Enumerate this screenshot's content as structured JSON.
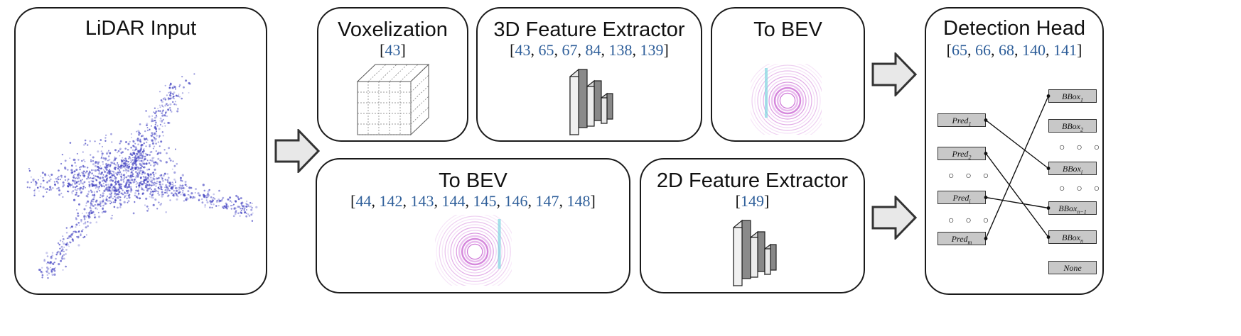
{
  "lidar": {
    "title": "LiDAR Input"
  },
  "voxel": {
    "title": "Voxelization",
    "refs": [
      "43"
    ]
  },
  "fe3d": {
    "title": "3D Feature Extractor",
    "refs": [
      "43",
      "65",
      "67",
      "84",
      "138",
      "139"
    ]
  },
  "bev_top": {
    "title": "To BEV"
  },
  "bev_bottom": {
    "title": "To BEV",
    "refs": [
      "44",
      "142",
      "143",
      "144",
      "145",
      "146",
      "147",
      "148"
    ]
  },
  "fe2d": {
    "title": "2D Feature Extractor",
    "refs": [
      "149"
    ]
  },
  "head": {
    "title": "Detection Head",
    "refs": [
      "65",
      "66",
      "68",
      "140",
      "141"
    ],
    "preds": [
      {
        "base": "Pred",
        "sub": "1"
      },
      {
        "base": "Pred",
        "sub": "2"
      },
      {
        "base": "Pred",
        "sub": "i"
      },
      {
        "base": "Pred",
        "sub": "m"
      }
    ],
    "bboxes": [
      {
        "base": "BBox",
        "sub": "1"
      },
      {
        "base": "BBox",
        "sub": "2"
      },
      {
        "base": "BBox",
        "sub": "i"
      },
      {
        "base": "BBox",
        "sub": "n−1"
      },
      {
        "base": "BBox",
        "sub": "n"
      },
      {
        "base": "None",
        "sub": ""
      }
    ],
    "matches": [
      [
        0,
        2
      ],
      [
        1,
        4
      ],
      [
        2,
        3
      ],
      [
        3,
        0
      ]
    ],
    "dots": "○ ○ ○"
  },
  "colors": {
    "cite": "#2f5f9a",
    "points": "#3b3bbf",
    "arrow_fill": "#e8e8e8"
  }
}
